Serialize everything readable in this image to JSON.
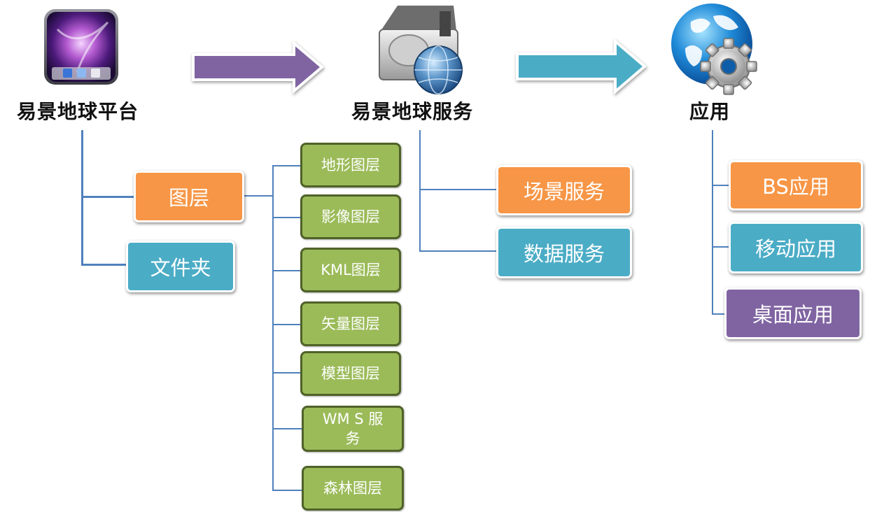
{
  "platform": {
    "title": "易景地球平台",
    "icon": "desktop-app-icon",
    "children": [
      {
        "label": "图层",
        "color": "#f79646"
      },
      {
        "label": "文件夹",
        "color": "#4bacc6"
      }
    ],
    "layers": [
      "地形图层",
      "影像图层",
      "KML图层",
      "矢量图层",
      "模型图层",
      "WM S 服务",
      "森林图层"
    ],
    "layer_color": "#9bbb59"
  },
  "service": {
    "title": "易景地球服务",
    "icon": "server-globe-icon",
    "children": [
      {
        "label": "场景服务",
        "color": "#f79646"
      },
      {
        "label": "数据服务",
        "color": "#4bacc6"
      }
    ]
  },
  "application": {
    "title": "应用",
    "icon": "globe-gear-icon",
    "children": [
      {
        "label": "BS应用",
        "color": "#f79646"
      },
      {
        "label": "移动应用",
        "color": "#4bacc6"
      },
      {
        "label": "桌面应用",
        "color": "#8064a2"
      }
    ]
  },
  "arrows": [
    {
      "name": "arrow-platform-to-service",
      "color": "#8064a2"
    },
    {
      "name": "arrow-service-to-application",
      "color": "#4bacc6"
    }
  ],
  "connector_color": "#4f81bd"
}
